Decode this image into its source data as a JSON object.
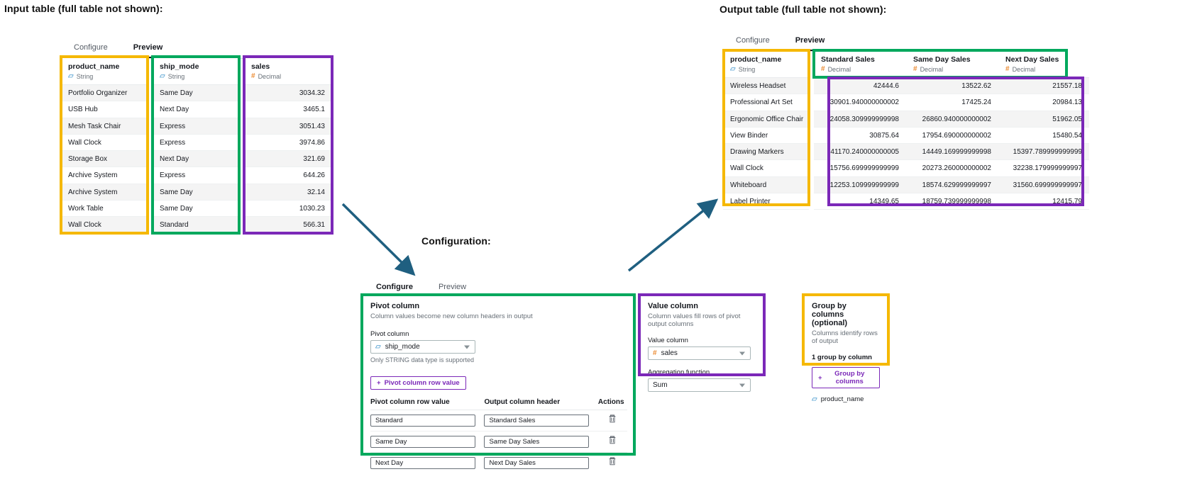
{
  "captions": {
    "input": "Input table (full table not shown):",
    "output": "Output table (full table not shown):",
    "configuration": "Configuration:"
  },
  "tabs": {
    "configure": "Configure",
    "preview": "Preview"
  },
  "icons": {
    "string_type": "string-type-icon",
    "decimal_type": "decimal-type-icon",
    "plus": "plus-icon",
    "trash": "trash-icon",
    "chevron": "chevron-down-icon",
    "arrow": "arrow-icon"
  },
  "colors": {
    "yellow": "#f5b800",
    "green": "#00a85d",
    "purple": "#7b28b8",
    "arrow": "#1f5f80"
  },
  "input_table": {
    "active_tab": "Preview",
    "columns": [
      {
        "name": "product_name",
        "type": "String",
        "type_icon": "string-type-icon",
        "align": "left",
        "values": [
          "Portfolio Organizer",
          "USB Hub",
          "Mesh Task Chair",
          "Wall Clock",
          "Storage Box",
          "Archive System",
          "Archive System",
          "Work Table",
          "Wall Clock"
        ]
      },
      {
        "name": "ship_mode",
        "type": "String",
        "type_icon": "string-type-icon",
        "align": "left",
        "values": [
          "Same Day",
          "Next Day",
          "Express",
          "Express",
          "Next Day",
          "Express",
          "Same Day",
          "Same Day",
          "Standard"
        ]
      },
      {
        "name": "sales",
        "type": "Decimal",
        "type_icon": "decimal-type-icon",
        "align": "right",
        "values": [
          "3034.32",
          "3465.1",
          "3051.43",
          "3974.86",
          "321.69",
          "644.26",
          "32.14",
          "1030.23",
          "566.31"
        ]
      }
    ]
  },
  "output_table": {
    "active_tab": "Preview",
    "columns": [
      {
        "name": "product_name",
        "type": "String",
        "type_icon": "string-type-icon",
        "align": "left",
        "values": [
          "Wireless Headset",
          "Professional Art Set",
          "Ergonomic Office Chair",
          "View Binder",
          "Drawing Markers",
          "Wall Clock",
          "Whiteboard",
          "Label Printer"
        ]
      },
      {
        "name": "Standard Sales",
        "type": "Decimal",
        "type_icon": "decimal-type-icon",
        "align": "right",
        "values": [
          "42444.6",
          "30901.940000000002",
          "24058.309999999998",
          "30875.64",
          "41170.240000000005",
          "15756.699999999999",
          "12253.109999999999",
          "14349.65"
        ]
      },
      {
        "name": "Same Day Sales",
        "type": "Decimal",
        "type_icon": "decimal-type-icon",
        "align": "right",
        "values": [
          "13522.62",
          "17425.24",
          "26860.940000000002",
          "17954.690000000002",
          "14449.169999999998",
          "20273.260000000002",
          "18574.629999999997",
          "18759.739999999998"
        ]
      },
      {
        "name": "Next Day Sales",
        "type": "Decimal",
        "type_icon": "decimal-type-icon",
        "align": "right",
        "values": [
          "21557.18",
          "20984.13",
          "51962.05",
          "15480.54",
          "15397.789999999999",
          "32238.179999999997",
          "31560.699999999997",
          "12415.79"
        ]
      }
    ]
  },
  "config": {
    "active_tab": "Configure",
    "pivot": {
      "title": "Pivot column",
      "subtitle": "Column values become new column headers in output",
      "field_label": "Pivot column",
      "selected": "ship_mode",
      "selected_type_icon": "string-type-icon",
      "hint": "Only STRING data type is supported",
      "add_button": "Pivot column row value",
      "col_value_header": "Pivot column row value",
      "col_header_header": "Output column header",
      "col_actions_header": "Actions",
      "rows": [
        {
          "value": "Standard",
          "header": "Standard Sales"
        },
        {
          "value": "Same Day",
          "header": "Same Day Sales"
        },
        {
          "value": "Next Day",
          "header": "Next Day Sales"
        }
      ]
    },
    "value_column": {
      "title": "Value column",
      "subtitle": "Column values fill rows of pivot output columns",
      "field_label": "Value column",
      "selected": "sales",
      "selected_type_icon": "decimal-type-icon",
      "agg_label": "Aggregation function",
      "agg_selected": "Sum"
    },
    "group_by": {
      "title": "Group by columns (optional)",
      "subtitle": "Columns identify rows of output",
      "count_text": "1 group by column",
      "add_button": "Group by columns",
      "items": [
        {
          "name": "product_name",
          "type_icon": "string-type-icon"
        }
      ]
    }
  }
}
